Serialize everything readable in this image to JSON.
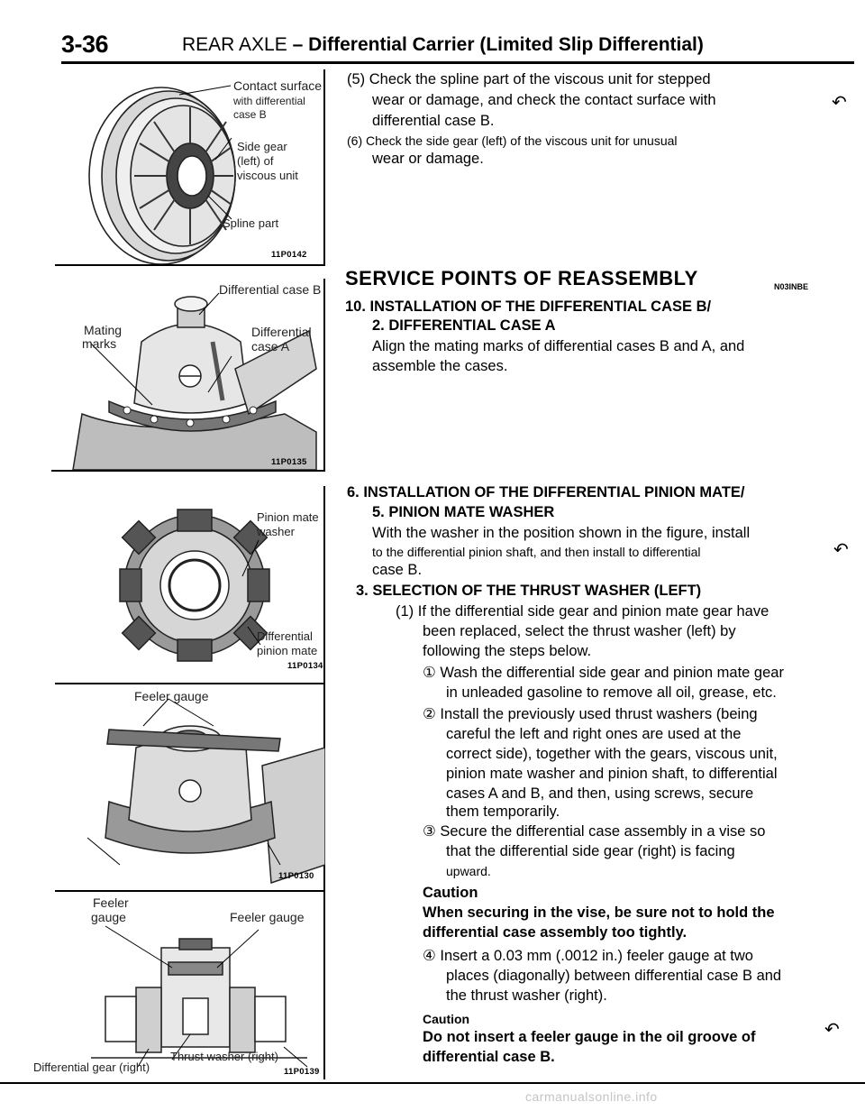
{
  "header": {
    "page_number": "3-36",
    "section": "REAR AXLE",
    "dash": "–",
    "subtitle": "Differential Carrier (Limited Slip Differential)"
  },
  "figures": [
    {
      "code": "11P0142",
      "labels": [
        "Contact surface",
        "with differential",
        "case B",
        "Side gear",
        "(left) of",
        "viscous unit",
        "Spline part"
      ]
    },
    {
      "code": "11P0135",
      "labels": [
        "Differential case B",
        "Mating",
        "marks",
        "Differential",
        "case A"
      ]
    },
    {
      "code": "11P0134",
      "labels": [
        "Pinion mate",
        "washer",
        "Differential",
        "pinion mate"
      ]
    },
    {
      "code": "11P0130",
      "labels": [
        "Feeler gauge"
      ]
    },
    {
      "code": "11P0139",
      "labels": [
        "Feeler",
        "gauge",
        "Feeler gauge",
        "Thrust washer (right)",
        "Differential gear (right)"
      ]
    }
  ],
  "text": {
    "step5_line1": "(5) Check the spline part of the viscous unit for stepped",
    "step5_line2": "wear or damage, and check the contact surface with",
    "step5_line3": "differential case B.",
    "step6_line1": "(6) Check the side gear (left) of the viscous unit for unusual",
    "step6_line2": "wear or damage.",
    "service_heading": "SERVICE POINTS OF REASSEMBLY",
    "service_code": "N03INBE",
    "item10_line1": "10. INSTALLATION OF THE DIFFERENTIAL CASE B/",
    "item10_line2": "2. DIFFERENTIAL CASE A",
    "item10_body1": "Align the mating marks of differential cases B and A, and",
    "item10_body2": "assemble the cases.",
    "item6_line1": "6. INSTALLATION OF THE DIFFERENTIAL PINION MATE/",
    "item6_line2": "5. PINION MATE WASHER",
    "item6_body1": "With the washer in the position shown in the figure, install",
    "item6_body2": "to the differential pinion shaft, and then install to differential",
    "item6_body3": "case B.",
    "item3_heading": "3. SELECTION OF THE THRUST WASHER (LEFT)",
    "item3_p1_l1": "(1) If the differential side gear and pinion mate gear have",
    "item3_p1_l2": "been replaced, select the thrust washer (left) by",
    "item3_p1_l3": "following the steps below.",
    "s1_l1": "① Wash the differential side gear and pinion mate gear",
    "s1_l2": "in unleaded gasoline to remove all oil, grease, etc.",
    "s2_l1": "② Install the previously used thrust washers (being",
    "s2_l2": "careful the left and right ones are used at the",
    "s2_l3": "correct side), together with the gears, viscous unit,",
    "s2_l4": "pinion mate washer and pinion shaft, to differential",
    "s2_l5": "cases A and B, and then, using screws, secure",
    "s2_l6": "them temporarily.",
    "s3_l1": "③ Secure the differential case assembly in a vise so",
    "s3_l2": "that the differential side gear (right) is facing",
    "s3_l3": "upward.",
    "caution1_title": "Caution",
    "caution1_l1": "When securing in the vise, be sure not to hold the",
    "caution1_l2": "differential case assembly too tightly.",
    "s4_l1": "④ Insert a 0.03 mm (.0012 in.) feeler gauge at two",
    "s4_l2": "places (diagonally) between differential case B and",
    "s4_l3": "the thrust washer (right).",
    "caution2_title": "Caution",
    "caution2_l1": "Do not insert a feeler gauge in the oil groove of",
    "caution2_l2": "differential case B."
  },
  "footer": {
    "watermark": "carmanualsonline.info"
  }
}
